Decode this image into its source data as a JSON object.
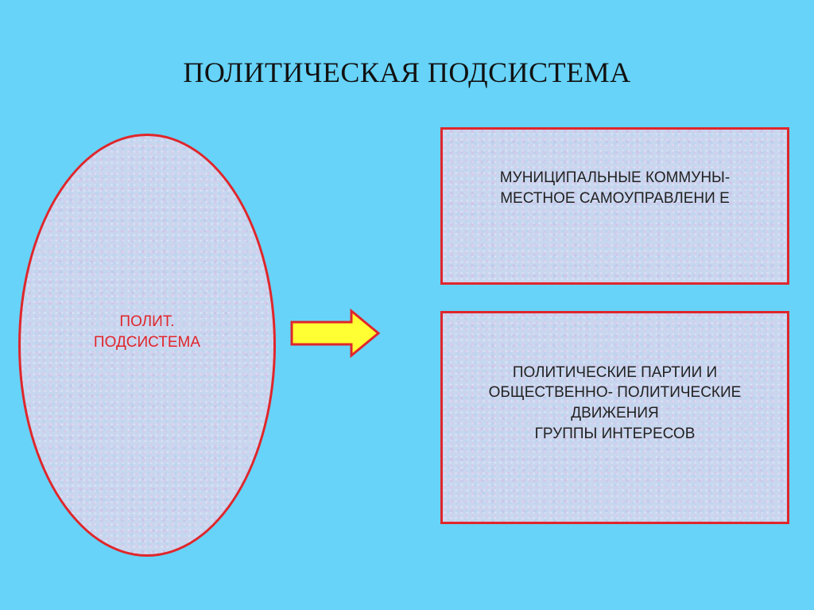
{
  "slide": {
    "title": "ПОЛИТИЧЕСКАЯ ПОДСИСТЕМА",
    "colors": {
      "background": "#67d3f8",
      "border_red": "#e0262b",
      "arrow_yellow": "#ffff33",
      "texture": "#c8d6ee"
    }
  },
  "ellipse": {
    "label_lines": [
      "ПОЛИТ.",
      "ПОДСИСТЕМА"
    ]
  },
  "arrow": {
    "icon": "right-arrow-icon"
  },
  "box_top": {
    "lines": [
      "МУНИЦИПАЛЬНЫЕ КОММУНЫ-",
      "МЕСТНОЕ САМОУПРАВЛЕНИ Е"
    ]
  },
  "box_bottom": {
    "lines": [
      "ПОЛИТИЧЕСКИЕ ПАРТИИ И",
      "ОБЩЕСТВЕННО- ПОЛИТИЧЕСКИЕ",
      "ДВИЖЕНИЯ",
      "ГРУППЫ ИНТЕРЕСОВ"
    ]
  }
}
